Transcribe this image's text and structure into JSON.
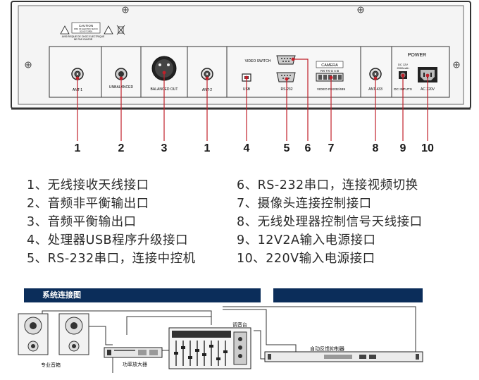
{
  "panel": {
    "caution_title": "CAUTION",
    "caution_line1": "RISK OF ELECTRIC SHOCK",
    "caution_line2": "DO NOT OPEN",
    "warning_line1": "AVIS:RISQUE DE CHOC ELECTRIQUE",
    "warning_line2": "NE PAS OUVRIR",
    "labels": {
      "ant1": "ANT-1",
      "unbalanced": "UNBALANCED",
      "balanced_out": "BALANCED OUT",
      "ant2": "ANT-2",
      "video_switch": "VIDEO SWITCH",
      "usb": "USB",
      "rs232": "RS-232",
      "camera": "CAMERA",
      "camera_pins": "RX TX G A B",
      "video_rs": "VIDEO RS232/485",
      "ant433": "ANT-433",
      "power": "POWER",
      "dc_spec1": "DC 12V",
      "dc_spec2": "2000mAh",
      "dc_inputs": "DC INPUTS",
      "ac": "AC 220V"
    }
  },
  "callouts": [
    "1",
    "2",
    "3",
    "1",
    "4",
    "5",
    "6",
    "7",
    "8",
    "9",
    "10"
  ],
  "legend_left": [
    "1、无线接收天线接口",
    "2、音频非平衡输出口",
    "3、音频平衡输出口",
    "4、处理器USB程序升级接口",
    "5、RS-232串口，连接中控机"
  ],
  "legend_right": [
    "6、RS-232串口，连接视频切换",
    "7、摄像头连接控制接口",
    "8、无线处理器控制信号天线接口",
    "9、12V2A输入电源接口",
    "10、220V输入电源接口"
  ],
  "system": {
    "title": "系统连接图",
    "speaker": "专业音箱",
    "amplifier": "功率放大器",
    "mixer": "调音台",
    "feedback": "自动反馈抑制器"
  },
  "colors": {
    "header": "#0b2d5a",
    "callout_line": "#c0202a",
    "panel": "#f4f4f4"
  }
}
